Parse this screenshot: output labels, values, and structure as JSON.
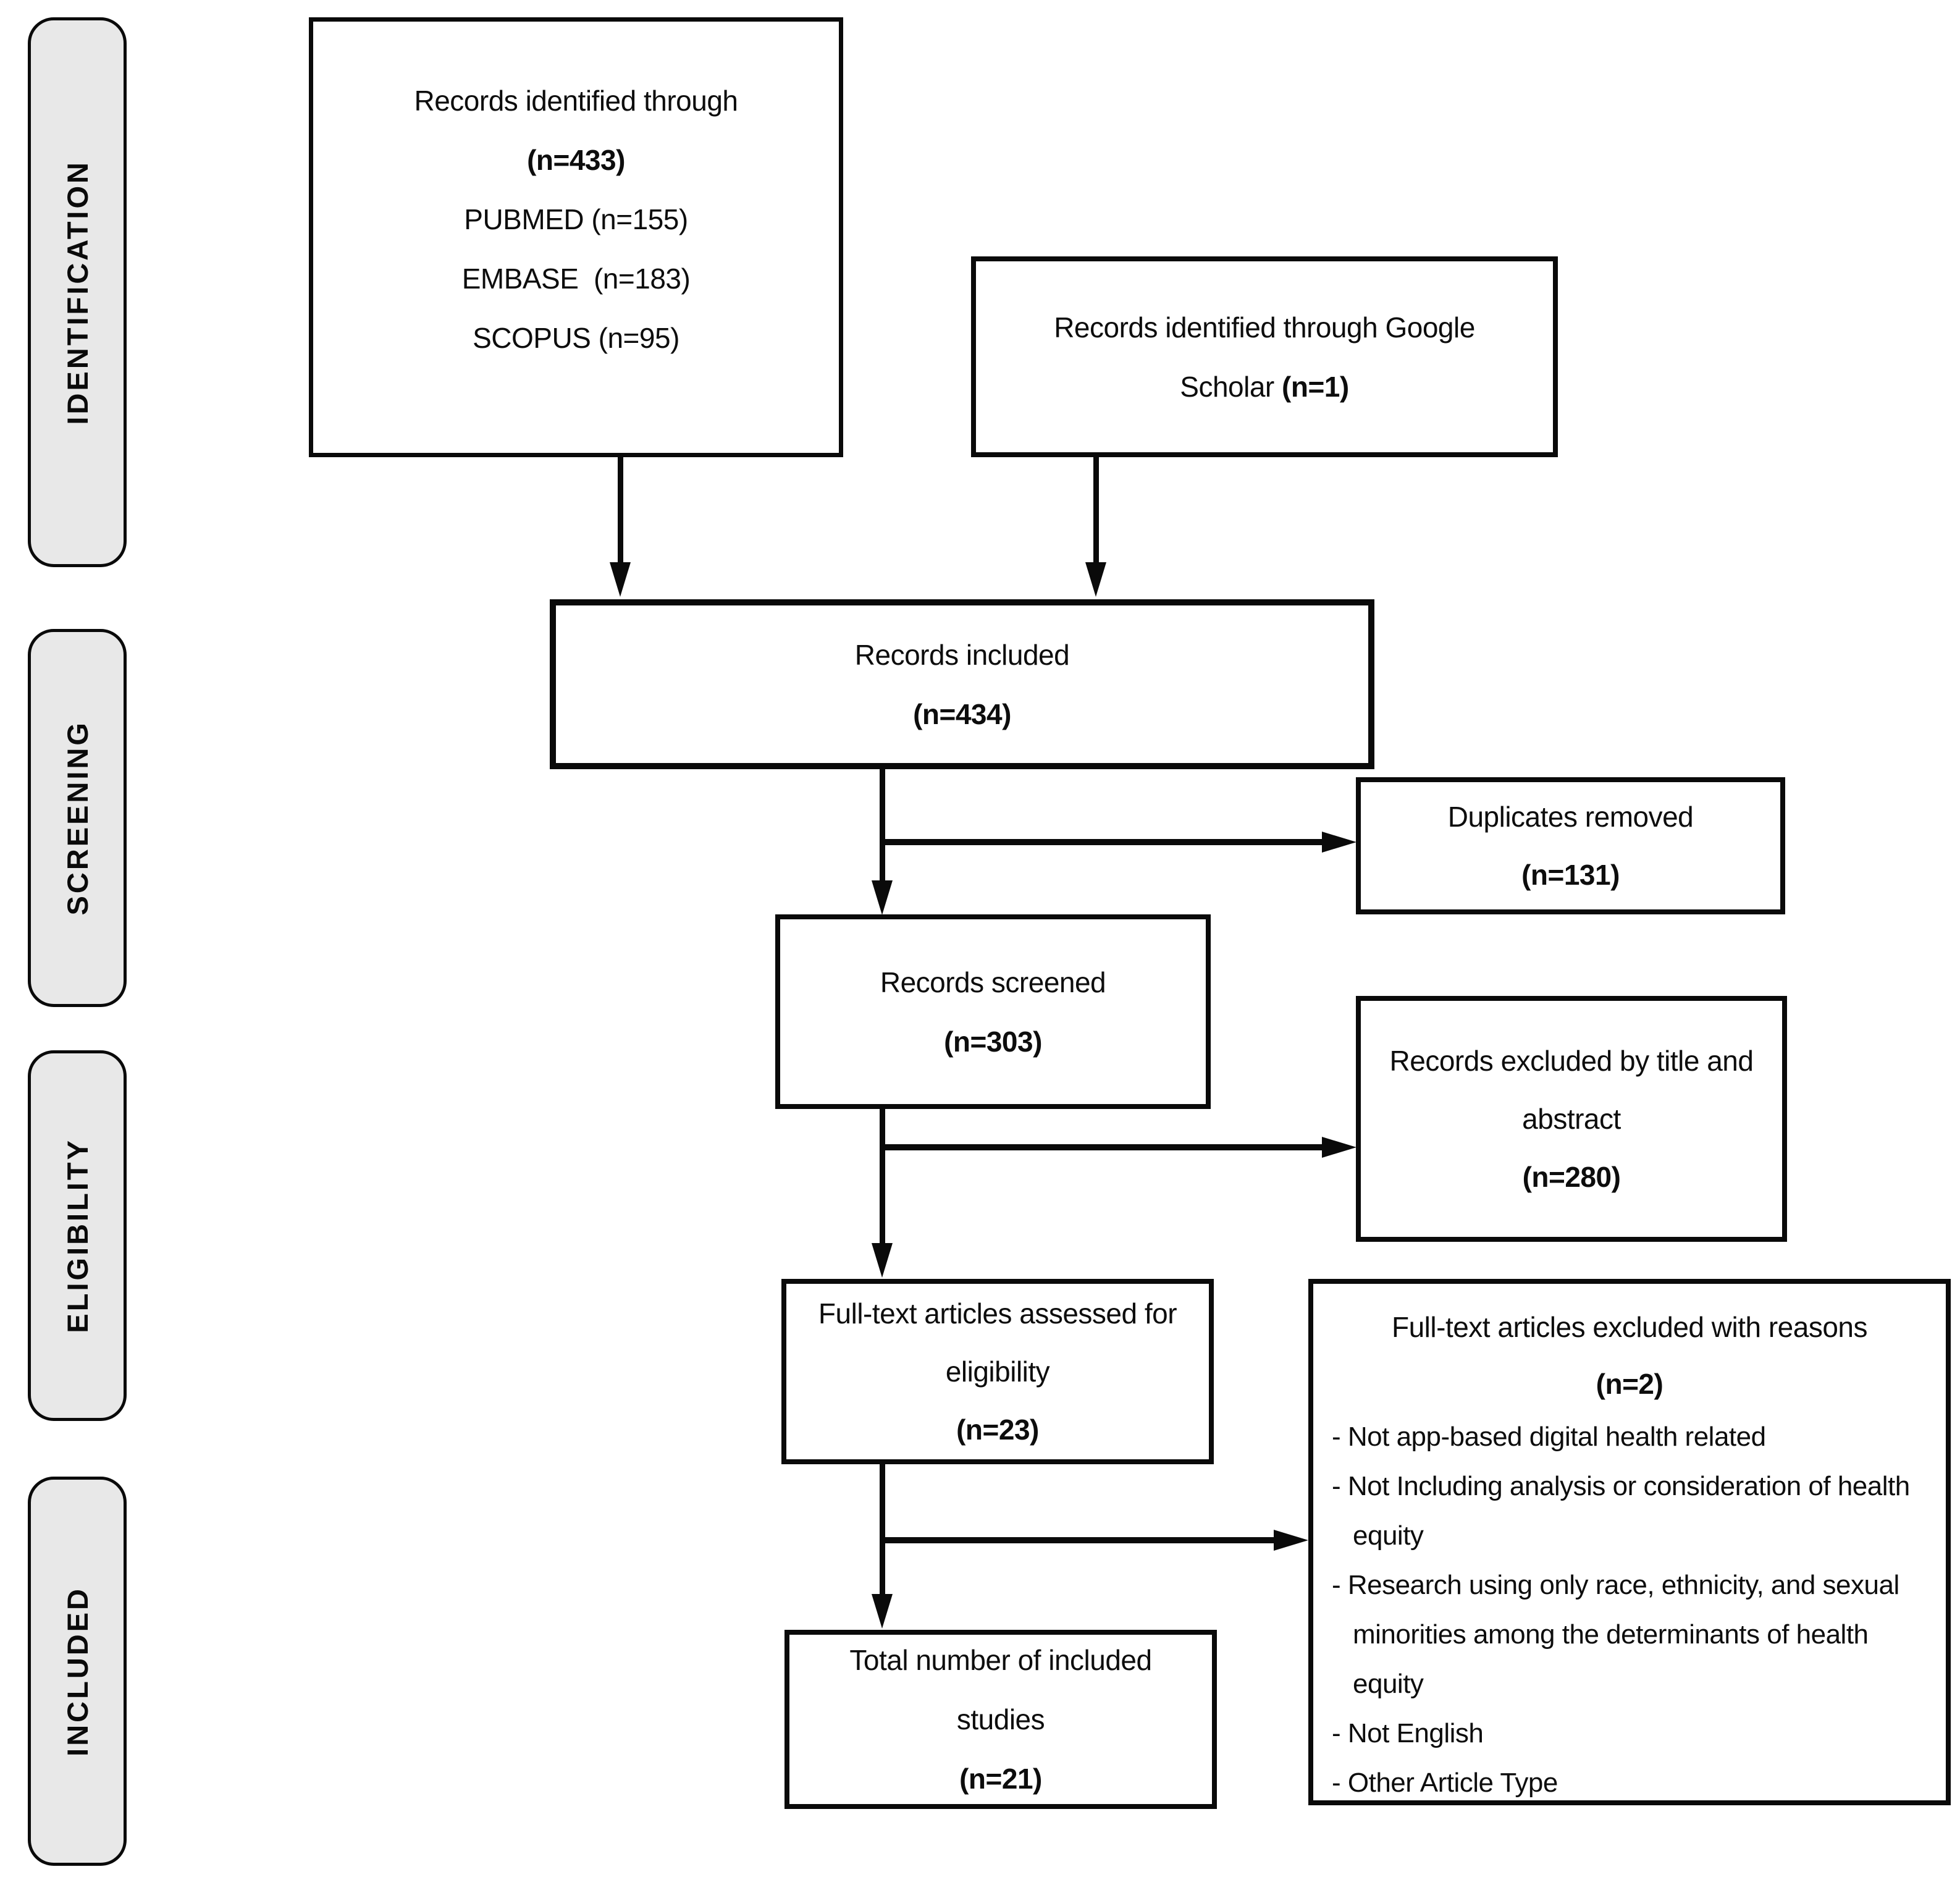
{
  "stages": {
    "identification": "IDENTIFICATION",
    "screening": "SCREENING",
    "eligibility": "ELIGIBILITY",
    "included": "INCLUDED"
  },
  "boxes": {
    "identified": {
      "title": "Records identified through",
      "n": "(n=433)",
      "sources": [
        "PUBMED (n=155)",
        "EMBASE  (n=183)",
        "SCOPUS (n=95)"
      ]
    },
    "google_scholar": {
      "text": "Records identified through Google Scholar",
      "n": "(n=1)"
    },
    "included_records": {
      "text": "Records included",
      "n": "(n=434)"
    },
    "duplicates": {
      "text": "Duplicates removed",
      "n": "(n=131)"
    },
    "screened": {
      "text": "Records screened",
      "n": "(n=303)"
    },
    "excluded_title_abstract": {
      "text": "Records excluded by title and abstract",
      "n": "(n=280)"
    },
    "fulltext_assessed": {
      "text": "Full-text articles assessed for eligibility",
      "n": "(n=23)"
    },
    "fulltext_excluded": {
      "title": "Full-text articles excluded with reasons",
      "n": "(n=2)",
      "reasons": [
        "- Not app-based digital health related",
        "- Not Including analysis or consideration of health equity",
        "- Research using only race, ethnicity, and sexual minorities among the determinants of health equity",
        "- Not English",
        "- Other Article Type"
      ]
    },
    "total_included": {
      "text": "Total number of included studies",
      "n": "(n=21)"
    }
  },
  "colors": {
    "background": "#ffffff",
    "stage_fill": "#e8e8e8",
    "line": "#0a0a0a"
  }
}
